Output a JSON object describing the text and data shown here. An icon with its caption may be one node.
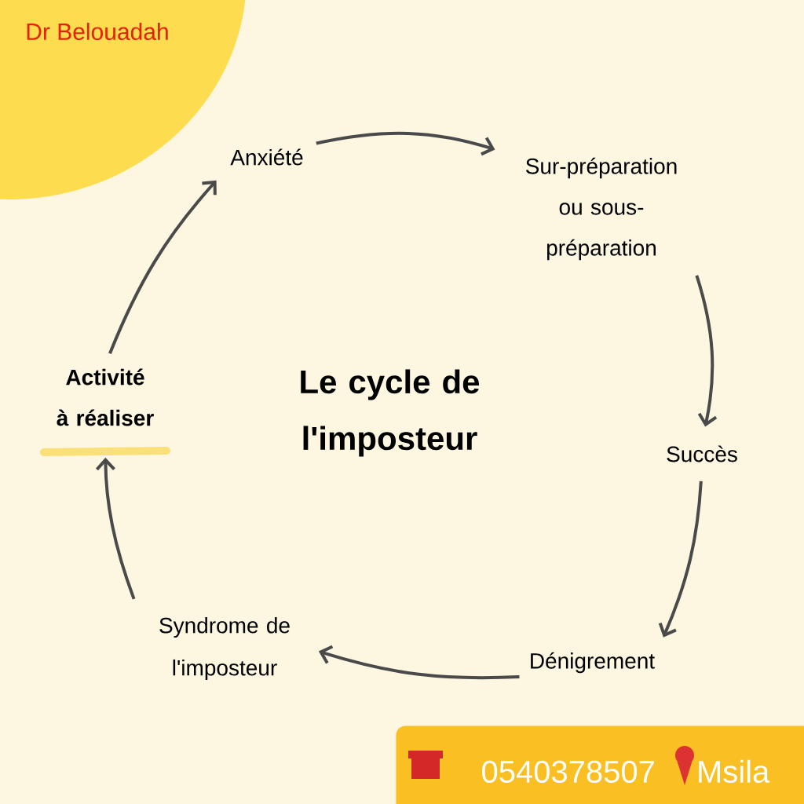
{
  "diagram": {
    "title": "Le cycle de l'imposteur",
    "nodes": [
      {
        "text": [
          "Dr Belouadah"
        ]
      },
      {
        "text": [
          "Anxiété"
        ]
      },
      {
        "text": [
          "Sur-préparation ou sous-préparation"
        ]
      },
      {
        "text": [
          "Succès"
        ]
      },
      {
        "text": [
          "Dénigrement"
        ]
      },
      {
        "text": [
          "Syndrome de l'imposteur"
        ]
      },
      {
        "text": [
          "Activité à réaliser"
        ]
      },
      {
        "text": [
          "0540378507",
          "Msila"
        ]
      }
    ],
    "edges": [
      {
        "from": 1,
        "to": 2,
        "arrow": "to"
      },
      {
        "from": 2,
        "to": 3,
        "arrow": "to"
      },
      {
        "from": 3,
        "to": 4,
        "arrow": "to"
      },
      {
        "from": 4,
        "to": 5,
        "arrow": "to"
      },
      {
        "from": 5,
        "to": 6,
        "arrow": "to"
      },
      {
        "from": 6,
        "to": 1,
        "arrow": "to"
      }
    ]
  }
}
